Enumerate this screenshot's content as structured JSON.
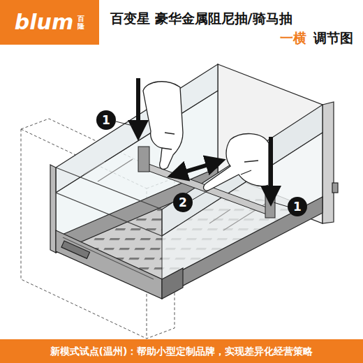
{
  "diagram": {
    "title": "百变星 豪华金属阻尼抽/骑马抽",
    "nodes": [
      {
        "text": [
          "blum",
          "百隆"
        ]
      },
      {
        "text": [
          "1"
        ]
      },
      {
        "text": [
          "2"
        ]
      },
      {
        "text": [
          "1"
        ]
      },
      {
        "text": [
          "新模式试点(温州)：帮助小型定制品牌，实现差异化经营策略"
        ]
      }
    ],
    "labels": [
      "一横",
      "调节图"
    ]
  }
}
